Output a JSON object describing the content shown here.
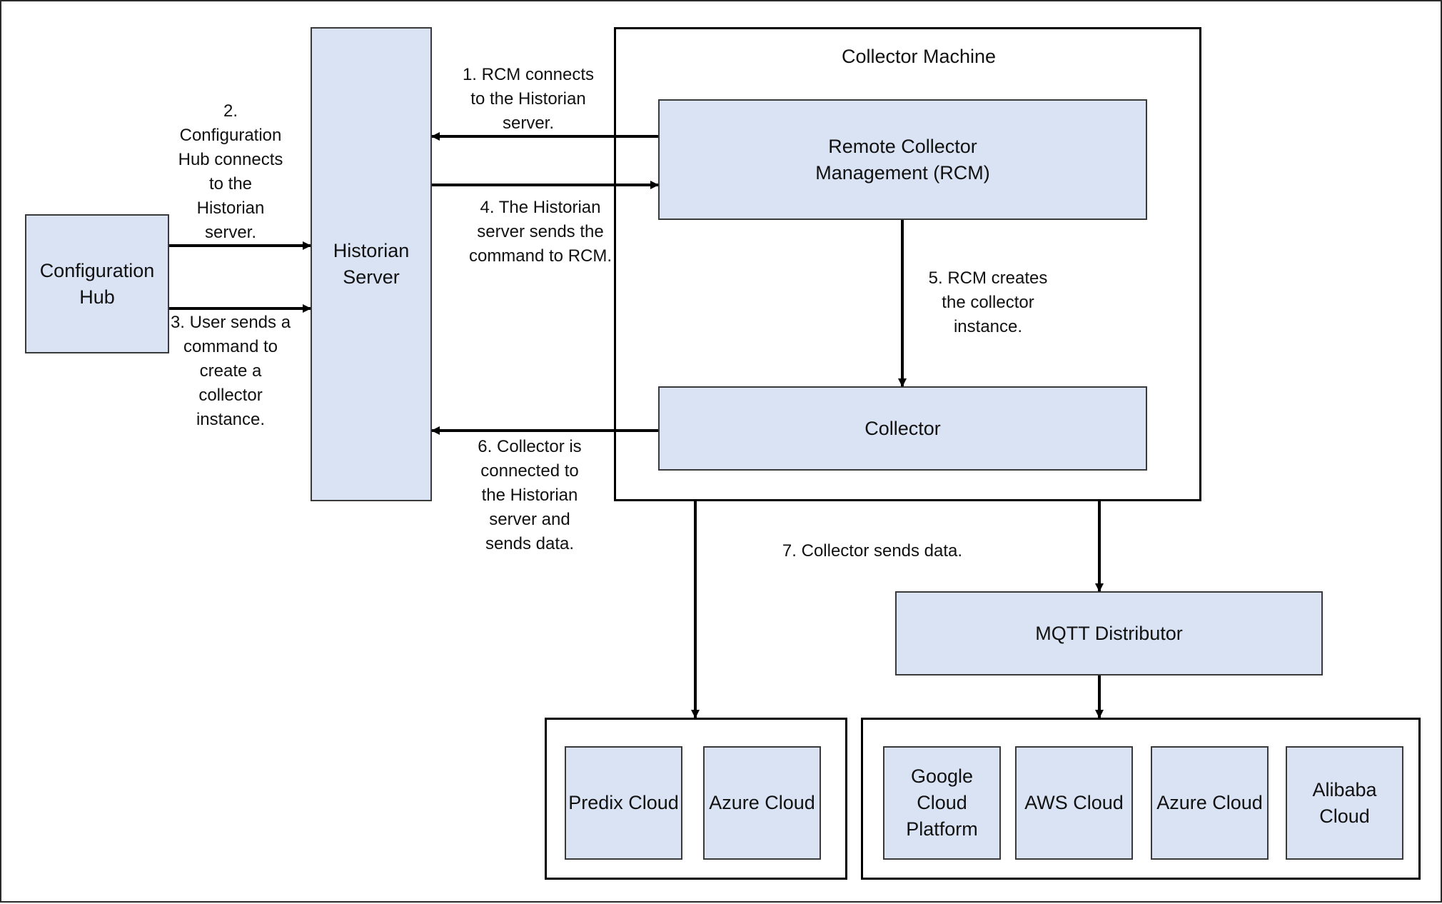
{
  "colors": {
    "box_fill": "#dae3f3",
    "box_border": "#3a3a3a",
    "frame_border": "#000000",
    "arrow": "#000000"
  },
  "nodes": {
    "configuration_hub": "Configuration\nHub",
    "historian_server": "Historian\nServer",
    "collector_machine": "Collector Machine",
    "rcm": "Remote Collector\nManagement (RCM)",
    "collector": "Collector",
    "mqtt_distributor": "MQTT Distributor",
    "predix_cloud": "Predix Cloud",
    "azure_cloud_direct": "Azure Cloud",
    "google_cloud": "Google\nCloud\nPlatform",
    "aws_cloud": "AWS Cloud",
    "azure_cloud_mqtt": "Azure Cloud",
    "alibaba_cloud": "Alibaba\nCloud"
  },
  "edges": {
    "step1": "1. RCM connects\nto the Historian\nserver.",
    "step2": "2.\nConfiguration\nHub connects\nto the\nHistorian\nserver.",
    "step3": "3. User sends a\ncommand to\ncreate a\ncollector\ninstance.",
    "step4": "4. The Historian\nserver sends the\ncommand to RCM.",
    "step5": "5. RCM creates\nthe collector\ninstance.",
    "step6": "6. Collector is\nconnected to\nthe Historian\nserver and\nsends data.",
    "step7": "7. Collector sends data."
  }
}
